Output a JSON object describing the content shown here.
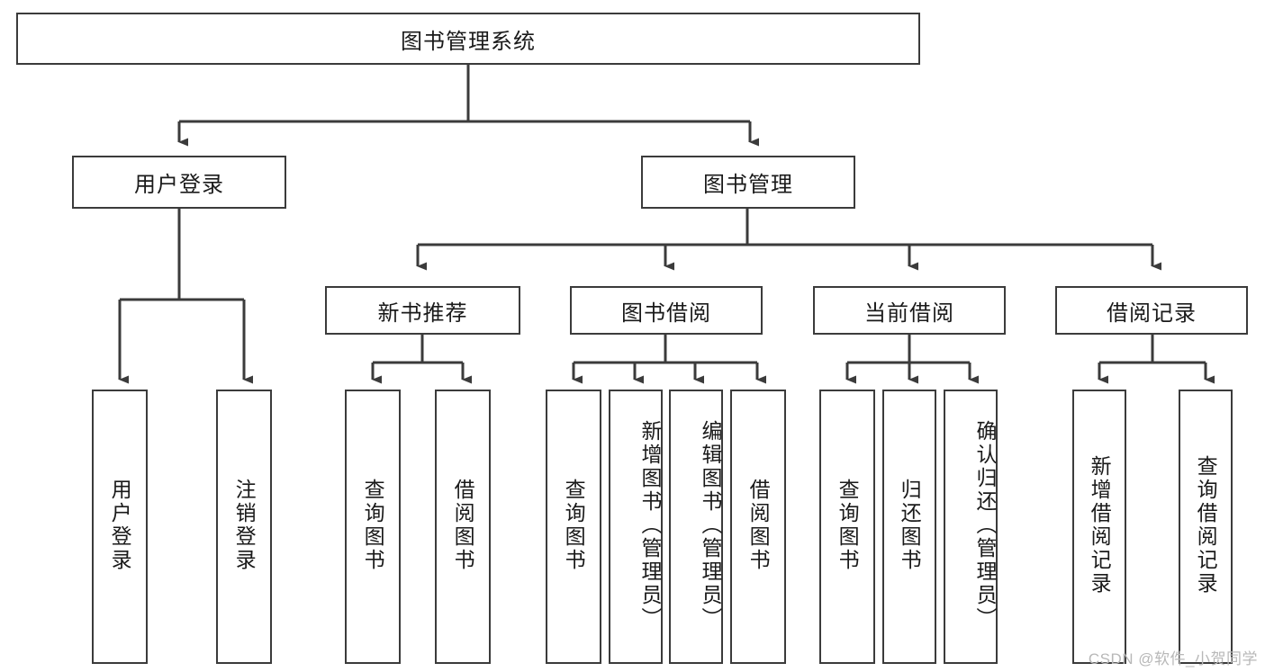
{
  "diagram": {
    "type": "tree-hierarchy-chart",
    "title": "图书管理系统",
    "direction": "top-down",
    "line_color": "#3b3b3b",
    "box_fill": "#ffffff",
    "text_color": "#1a1a1a",
    "watermark": "CSDN @软件_小贺同学",
    "nodes": {
      "root": {
        "label": "图书管理系统",
        "level": 0
      },
      "level1": [
        {
          "id": "user-login",
          "label": "用户登录"
        },
        {
          "id": "book-manage",
          "label": "图书管理"
        }
      ],
      "level2": [
        {
          "id": "new-book-recommend",
          "label": "新书推荐",
          "parent": "book-manage"
        },
        {
          "id": "book-borrow",
          "label": "图书借阅",
          "parent": "book-manage"
        },
        {
          "id": "current-borrow",
          "label": "当前借阅",
          "parent": "book-manage"
        },
        {
          "id": "borrow-record",
          "label": "借阅记录",
          "parent": "book-manage"
        }
      ],
      "leaves": [
        {
          "id": "leaf-user-login",
          "label": "用户登录",
          "parent": "user-login"
        },
        {
          "id": "leaf-logout-login",
          "label": "注销登录",
          "parent": "user-login"
        },
        {
          "id": "leaf-query-book-1",
          "label": "查询图书",
          "parent": "new-book-recommend"
        },
        {
          "id": "leaf-borrow-book-1",
          "label": "借阅图书",
          "parent": "new-book-recommend"
        },
        {
          "id": "leaf-query-book-2",
          "label": "查询图书",
          "parent": "book-borrow"
        },
        {
          "id": "leaf-add-book",
          "label": "新增图书（管理员）",
          "parent": "book-borrow"
        },
        {
          "id": "leaf-edit-book",
          "label": "编辑图书（管理员）",
          "parent": "book-borrow"
        },
        {
          "id": "leaf-borrow-book-2",
          "label": "借阅图书",
          "parent": "book-borrow"
        },
        {
          "id": "leaf-query-book-3",
          "label": "查询图书",
          "parent": "current-borrow"
        },
        {
          "id": "leaf-return-book",
          "label": "归还图书",
          "parent": "current-borrow"
        },
        {
          "id": "leaf-confirm-return",
          "label": "确认归还（管理员）",
          "parent": "current-borrow"
        },
        {
          "id": "leaf-add-record",
          "label": "新增借阅记录",
          "parent": "borrow-record"
        },
        {
          "id": "leaf-query-record",
          "label": "查询借阅记录",
          "parent": "borrow-record"
        }
      ]
    }
  }
}
